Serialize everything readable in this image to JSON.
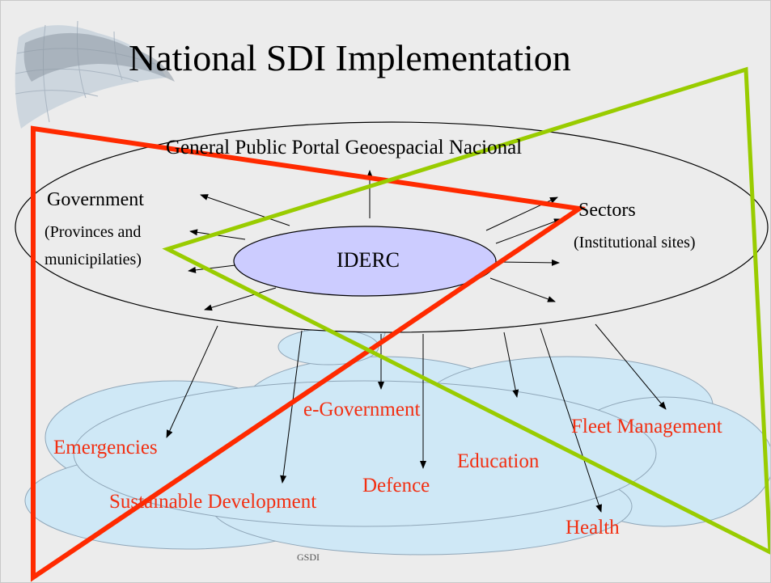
{
  "slide": {
    "title": "National SDI Implementation",
    "portal_label": "General Public Portal Geoespacial Nacional",
    "government": {
      "label": "Government",
      "detail_line1": "(Provinces and",
      "detail_line2": "municipilaties)"
    },
    "sectors": {
      "label": "Sectors",
      "detail": "(Institutional sites)"
    },
    "core": "IDERC",
    "applications": [
      "e-Government",
      "Fleet Management",
      "Emergencies",
      "Education",
      "Defence",
      "Sustainable Development",
      "Health"
    ],
    "footer": "GSDI"
  },
  "colors": {
    "background": "#ececec",
    "cloud_fill": "#cfe8f6",
    "core_fill": "#ccccff",
    "application_text": "#f22f12",
    "red_triangle": "#ff2a00",
    "green_triangle": "#99cc00"
  }
}
